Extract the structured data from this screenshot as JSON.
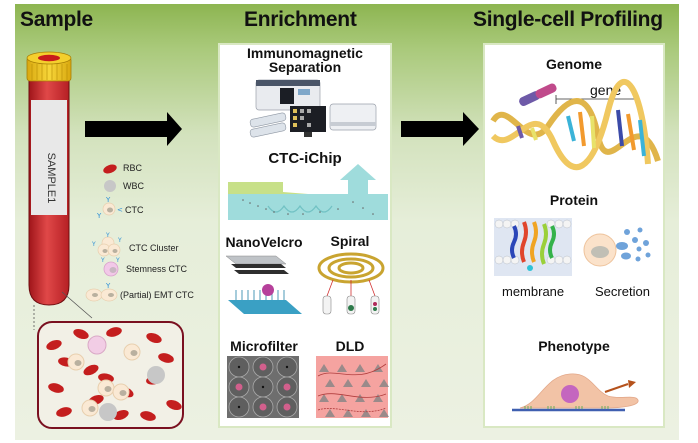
{
  "sections": {
    "sample": {
      "title": "Sample"
    },
    "enrichment": {
      "title": "Enrichment"
    },
    "profiling": {
      "title": "Single-cell Profiling"
    }
  },
  "tube": {
    "label": "SAMPLE1"
  },
  "legend": [
    {
      "icon": "rbc-icon",
      "label": "RBC"
    },
    {
      "icon": "wbc-icon",
      "label": "WBC"
    },
    {
      "icon": "ctc-icon",
      "label": "CTC"
    },
    {
      "icon": "ctc-cluster-icon",
      "label": "CTC Cluster"
    },
    {
      "icon": "stemness-ctc-icon",
      "label": "Stemness CTC"
    },
    {
      "icon": "emt-ctc-icon",
      "label": "(Partial) EMT CTC"
    }
  ],
  "enrichment_methods": [
    {
      "label": "Immunomagnetic Separation",
      "line1": "Immunomagnetic",
      "line2": "Separation"
    },
    {
      "label": "CTC-iChip"
    },
    {
      "label": "NanoVelcro"
    },
    {
      "label": "Spiral"
    },
    {
      "label": "Microfilter"
    },
    {
      "label": "DLD"
    }
  ],
  "profiling_methods": {
    "genome": {
      "label": "Genome",
      "annotation": "gene"
    },
    "protein": {
      "label": "Protein",
      "sub": [
        "membrane",
        "Secretion"
      ]
    },
    "phenotype": {
      "label": "Phenotype"
    }
  },
  "colors": {
    "header_green": "#8db551",
    "rbc_red": "#c41e1e",
    "antibody_blue": "#2e8fd6",
    "tube_cap": "#f2c21a",
    "arrow": "#000000"
  }
}
